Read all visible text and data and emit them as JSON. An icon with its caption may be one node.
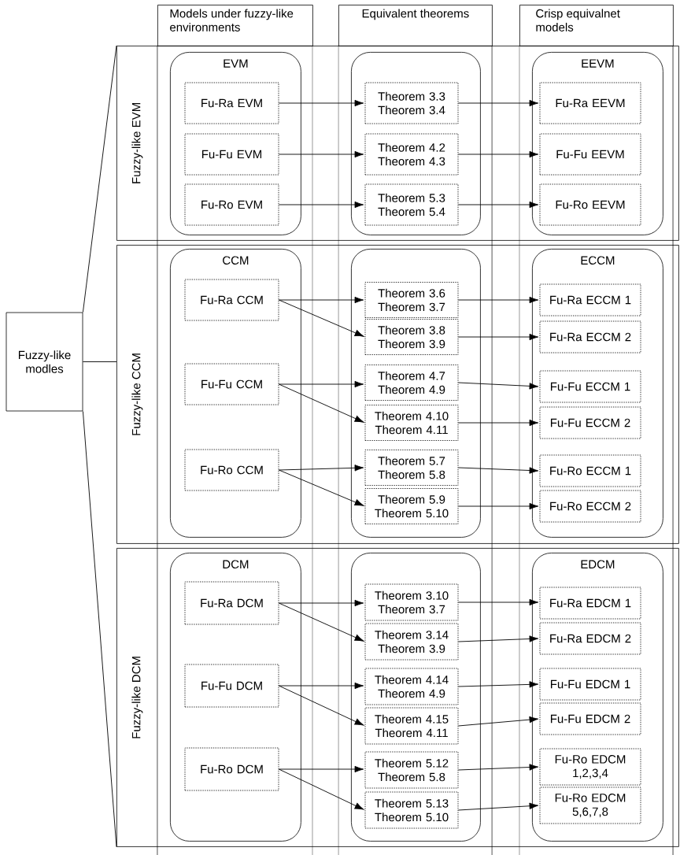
{
  "diagram": {
    "nodes": [
      {
        "text": [
          "Fuzzy-like modles"
        ]
      },
      {
        "text": [
          "Models under fuzzy-like environments"
        ]
      },
      {
        "text": [
          "Equivalent theorems"
        ]
      },
      {
        "text": [
          "Crisp equivalnet models"
        ]
      },
      {
        "text": [
          "Fuzzy-like EVM"
        ]
      },
      {
        "text": [
          "EVM"
        ],
        "in": 4
      },
      {
        "text": [
          "Fu-Ra EVM"
        ],
        "in": 5
      },
      {
        "text": [
          "Fu-Fu EVM"
        ],
        "in": 5
      },
      {
        "text": [
          "Fu-Ro EVM"
        ],
        "in": 5
      },
      {
        "text": [],
        "shape": "box",
        "in": 4
      },
      {
        "text": [
          "Theorem 3.3 Theorem 3.4"
        ],
        "in": 9
      },
      {
        "text": [
          "Theorem 4.2 Theorem 4.3"
        ],
        "in": 9
      },
      {
        "text": [
          "Theorem 5.3 Theorem 5.4"
        ],
        "in": 9
      },
      {
        "text": [
          "EEVM"
        ],
        "in": 4
      },
      {
        "text": [
          "Fu-Ra EEVM"
        ],
        "in": 13
      },
      {
        "text": [
          "Fu-Fu EEVM"
        ],
        "in": 13
      },
      {
        "text": [
          "Fu-Ro EEVM"
        ],
        "in": 13
      },
      {
        "text": [
          "Fuzzy-like CCM"
        ]
      },
      {
        "text": [
          "CCM"
        ],
        "in": 17
      },
      {
        "text": [
          "Fu-Ra CCM"
        ],
        "in": 18
      },
      {
        "text": [
          "Fu-Fu CCM"
        ],
        "in": 18
      },
      {
        "text": [
          "Fu-Ro CCM"
        ],
        "in": 18
      },
      {
        "text": [],
        "shape": "box",
        "in": 17
      },
      {
        "text": [
          "Theorem 3.6 Theorem 3.7"
        ],
        "in": 22
      },
      {
        "text": [
          "Theorem 3.8 Theorem 3.9"
        ],
        "in": 22
      },
      {
        "text": [
          "Theorem 4.7 Theorem 4.9"
        ],
        "in": 22
      },
      {
        "text": [
          "Theorem 4.10 Theorem 4.11"
        ],
        "in": 22
      },
      {
        "text": [
          "Theorem 5.7 Theorem 5.8"
        ],
        "in": 22
      },
      {
        "text": [
          "Theorem 5.9 Theorem 5.10"
        ],
        "in": 22
      },
      {
        "text": [
          "ECCM"
        ],
        "in": 17
      },
      {
        "text": [
          "Fu-Ra ECCM 1"
        ],
        "in": 29
      },
      {
        "text": [
          "Fu-Ra ECCM 2"
        ],
        "in": 29
      },
      {
        "text": [
          "Fu-Fu ECCM 1"
        ],
        "in": 29
      },
      {
        "text": [
          "Fu-Fu ECCM 2"
        ],
        "in": 29
      },
      {
        "text": [
          "Fu-Ro ECCM 1"
        ],
        "in": 29
      },
      {
        "text": [
          "Fu-Ro ECCM 2"
        ],
        "in": 29
      },
      {
        "text": [
          "Fuzzy-like DCM"
        ]
      },
      {
        "text": [
          "DCM"
        ],
        "in": 36
      },
      {
        "text": [
          "Fu-Ra DCM"
        ],
        "in": 37
      },
      {
        "text": [
          "Fu-Fu DCM"
        ],
        "in": 37
      },
      {
        "text": [
          "Fu-Ro DCM"
        ],
        "in": 37
      },
      {
        "text": [],
        "shape": "box",
        "in": 36
      },
      {
        "text": [
          "Theorem 3.10 Theorem 3.7"
        ],
        "in": 41
      },
      {
        "text": [
          "Theorem 3.14 Theorem 3.9"
        ],
        "in": 41
      },
      {
        "text": [
          "Theorem 4.14 Theorem 4.9"
        ],
        "in": 41
      },
      {
        "text": [
          "Theorem 4.15 Theorem 4.11"
        ],
        "in": 41
      },
      {
        "text": [
          "Theorem 5.12 Theorem 5.8"
        ],
        "in": 41
      },
      {
        "text": [
          "Theorem 5.13 Theorem 5.10"
        ],
        "in": 41
      },
      {
        "text": [
          "EDCM"
        ],
        "in": 36
      },
      {
        "text": [
          "Fu-Ra EDCM 1"
        ],
        "in": 48
      },
      {
        "text": [
          "Fu-Ra EDCM 2"
        ],
        "in": 48
      },
      {
        "text": [
          "Fu-Fu EDCM 1"
        ],
        "in": 48
      },
      {
        "text": [
          "Fu-Fu EDCM 2"
        ],
        "in": 48
      },
      {
        "text": [
          "Fu-Ro EDCM 1,2,3,4"
        ],
        "in": 48
      },
      {
        "text": [
          "Fu-Ro EDCM 5,6,7,8"
        ],
        "in": 48
      }
    ],
    "edges": [
      {
        "from": 0,
        "to": 4,
        "arrow": "none"
      },
      {
        "from": 0,
        "to": 17,
        "arrow": "none"
      },
      {
        "from": 0,
        "to": 36,
        "arrow": "none"
      },
      {
        "from": 6,
        "to": 10,
        "arrow": "to"
      },
      {
        "from": 7,
        "to": 11,
        "arrow": "to"
      },
      {
        "from": 8,
        "to": 12,
        "arrow": "to"
      },
      {
        "from": 10,
        "to": 14,
        "arrow": "to"
      },
      {
        "from": 11,
        "to": 15,
        "arrow": "to"
      },
      {
        "from": 12,
        "to": 16,
        "arrow": "to"
      },
      {
        "from": 19,
        "to": 23,
        "arrow": "to"
      },
      {
        "from": 19,
        "to": 24,
        "arrow": "to"
      },
      {
        "from": 20,
        "to": 25,
        "arrow": "to"
      },
      {
        "from": 20,
        "to": 26,
        "arrow": "to"
      },
      {
        "from": 21,
        "to": 27,
        "arrow": "to"
      },
      {
        "from": 21,
        "to": 28,
        "arrow": "to"
      },
      {
        "from": 23,
        "to": 30,
        "arrow": "to"
      },
      {
        "from": 24,
        "to": 31,
        "arrow": "to"
      },
      {
        "from": 25,
        "to": 32,
        "arrow": "to"
      },
      {
        "from": 26,
        "to": 33,
        "arrow": "to"
      },
      {
        "from": 27,
        "to": 34,
        "arrow": "to"
      },
      {
        "from": 28,
        "to": 35,
        "arrow": "to"
      },
      {
        "from": 38,
        "to": 42,
        "arrow": "to"
      },
      {
        "from": 38,
        "to": 43,
        "arrow": "to"
      },
      {
        "from": 39,
        "to": 44,
        "arrow": "to"
      },
      {
        "from": 39,
        "to": 45,
        "arrow": "to"
      },
      {
        "from": 40,
        "to": 46,
        "arrow": "to"
      },
      {
        "from": 40,
        "to": 47,
        "arrow": "to"
      },
      {
        "from": 42,
        "to": 49,
        "arrow": "to"
      },
      {
        "from": 43,
        "to": 50,
        "arrow": "to"
      },
      {
        "from": 44,
        "to": 51,
        "arrow": "to"
      },
      {
        "from": 45,
        "to": 52,
        "arrow": "to"
      },
      {
        "from": 46,
        "to": 53,
        "arrow": "to"
      },
      {
        "from": 47,
        "to": 54,
        "arrow": "to"
      }
    ]
  }
}
